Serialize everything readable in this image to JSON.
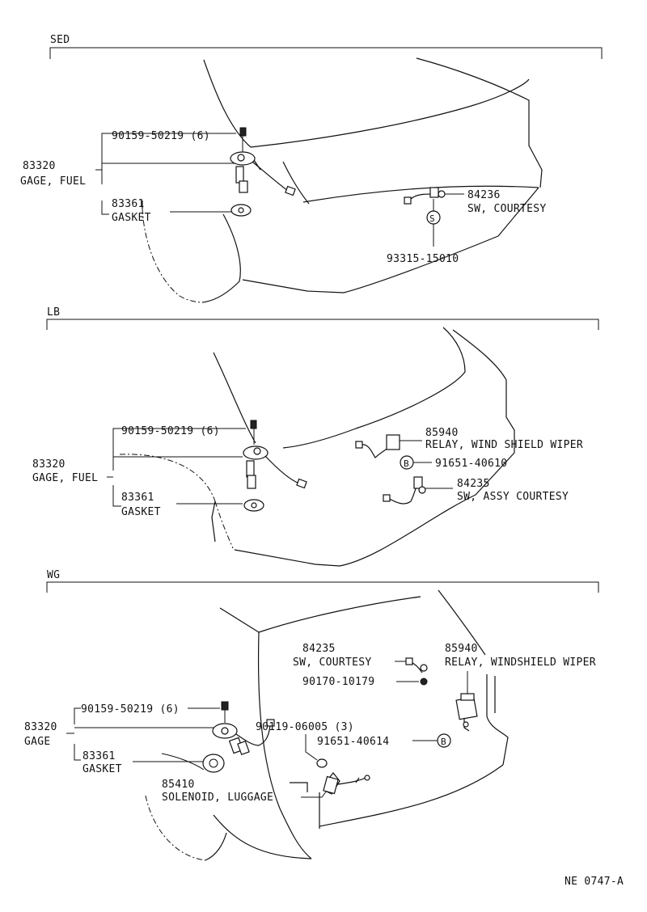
{
  "sections": {
    "sed": {
      "title": "SED",
      "labels": {
        "screw": "90159-50219 (6)",
        "gage_no": "83320",
        "gage_name": "GAGE, FUEL",
        "gasket_no": "83361",
        "gasket_name": "GASKET",
        "sw_no": "84236",
        "sw_name": "SW, COURTESY",
        "s_mark": "S",
        "screw2": "93315-15010"
      }
    },
    "lb": {
      "title": "LB",
      "labels": {
        "screw": "90159-50219 (6)",
        "gage_no": "83320",
        "gage_name": "GAGE, FUEL",
        "gasket_no": "83361",
        "gasket_name": "GASKET",
        "relay_no": "85940",
        "relay_name": "RELAY, WIND SHIELD WIPER",
        "b_mark": "B",
        "bolt": "91651-40610",
        "sw_no": "84235",
        "sw_name": "SW, ASSY COURTESY"
      }
    },
    "wg": {
      "title": "WG",
      "labels": {
        "sw_no": "84235",
        "sw_name": "SW, COURTESY",
        "relay_no": "85940",
        "relay_name": "RELAY, WINDSHIELD WIPER",
        "nut": "90170-10179",
        "screw": "90159-50219 (6)",
        "gage_no": "83320",
        "gage_name": "GAGE",
        "bolt3": "90119-06005 (3)",
        "bolt": "91651-40614",
        "b_mark": "B",
        "gasket_no": "83361",
        "gasket_name": "GASKET",
        "solenoid_no": "85410",
        "solenoid_name": "SOLENOID, LUGGAGE"
      }
    }
  },
  "footer": {
    "ref": "NE 0747-A"
  }
}
